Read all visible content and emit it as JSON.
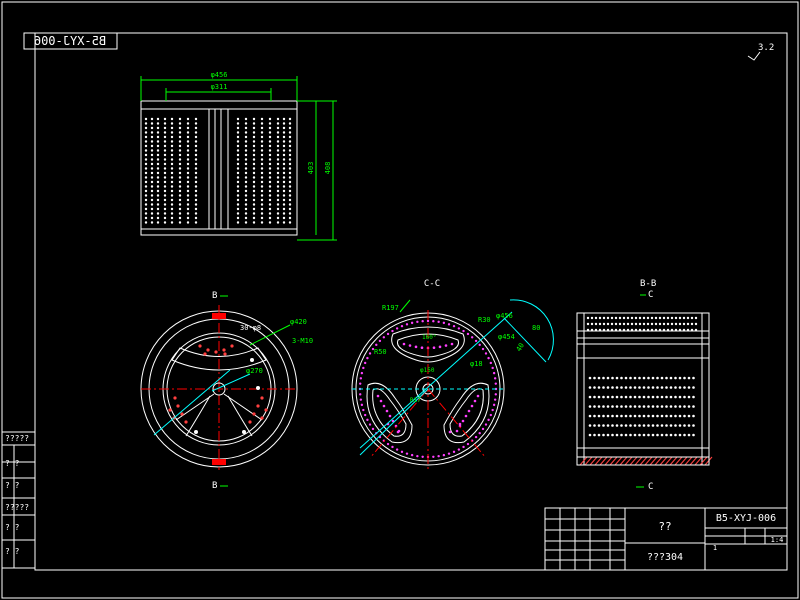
{
  "drawing": {
    "stamp_code": "B5-XYJ-006",
    "roughness_mark": "3.2",
    "title_cell": "??",
    "material": "???304",
    "drawing_number": "B5-XYJ-006",
    "scale": "1:4",
    "quantity": "1",
    "left_side_labels": [
      "?????",
      "?  ?",
      "?  ?",
      "?????",
      "?  ?",
      "?  ?"
    ]
  },
  "views": {
    "top": {
      "dims": {
        "outer_dia": "φ456",
        "inner_dia": "φ311",
        "height_inner": "403",
        "height_outer": "408"
      }
    },
    "left_circle": {
      "section_mark": "B",
      "dims": {
        "slot": "30-φ8",
        "outer_dia": "φ420",
        "holes": "3-M10",
        "pitch_dia": "φ270"
      }
    },
    "section_cc": {
      "title": "C-C",
      "dims": {
        "r1": "R197",
        "dia1": "φ456",
        "dia2": "φ454",
        "r30": "R30",
        "dim_40": "40",
        "dim_80": "80",
        "ang": "160°",
        "dim_18": "φ18",
        "d150": "φ150",
        "d50": "R50",
        "d17": "R17"
      }
    },
    "section_bb": {
      "title": "B-B",
      "section_mark": "C"
    }
  },
  "colors": {
    "background": "#000000",
    "border": "#ffffff",
    "dimension": "#00ff00",
    "centerline": "#ff0000",
    "hidden": "#00ffff",
    "holes": "#ff40ff"
  }
}
